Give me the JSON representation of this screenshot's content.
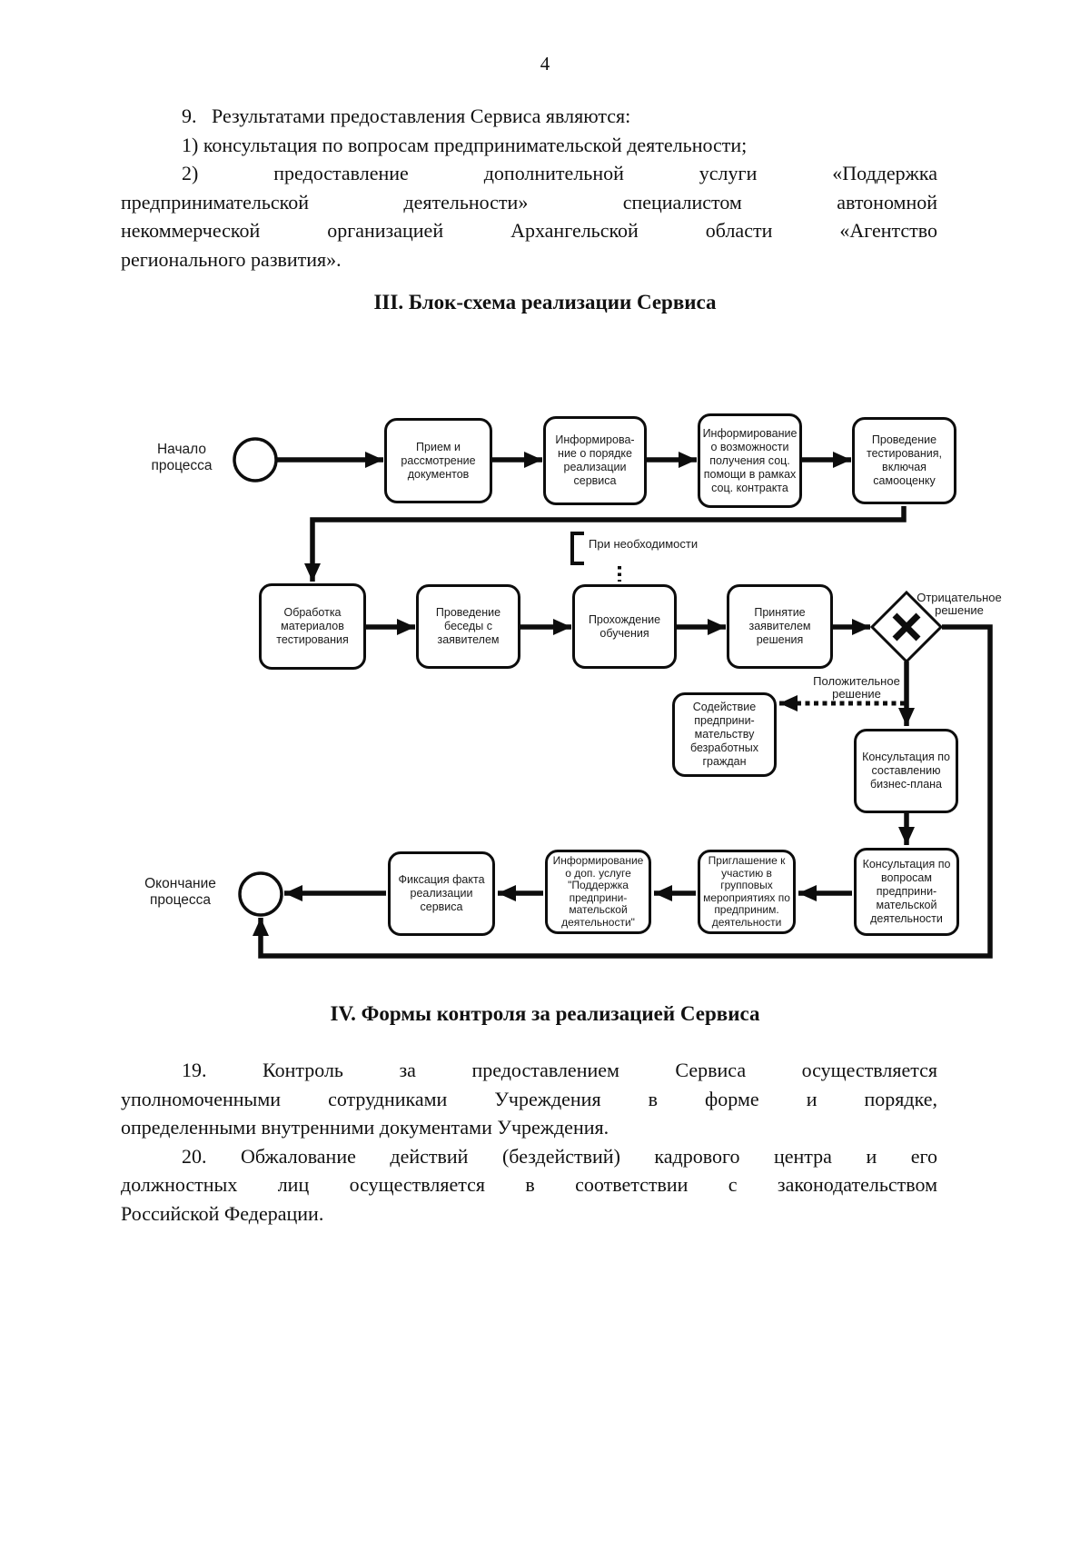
{
  "page": {
    "number": "4"
  },
  "colors": {
    "ink": "#0d0d0d",
    "background": "#ffffff"
  },
  "sections": {
    "s3_title": "III. Блок-схема реализации Сервиса",
    "s4_title": "IV. Формы контроля за реализацией Сервиса"
  },
  "intro": {
    "p9": "9.   Результатами предоставления Сервиса являются:",
    "p1": "1) консультация по вопросам предпринимательской деятельности;",
    "p2_l1": "2) предоставление дополнительной услуги «Поддержка",
    "p2_l2": "предпринимательской деятельности» специалистом автономной",
    "p2_l3": "некоммерческой организацией Архангельской области «Агентство",
    "p2_l4": "регионального развития»."
  },
  "control": {
    "p19_l1": "19. Контроль за предоставлением Сервиса осуществляется",
    "p19_l2": "уполномоченными сотрудниками Учреждения в форме и порядке,",
    "p19_l3": "определенными внутренними документами Учреждения.",
    "p20_l1": "20. Обжалование действий (бездействий) кадрового центра и его",
    "p20_l2": "должностных лиц осуществляется в соответствии с законодательством",
    "p20_l3": "Российской Федерации."
  },
  "flowchart": {
    "start_label": "Начало процесса",
    "end_label": "Окончание процесса",
    "labels": {
      "when_needed": "При необходимости",
      "negative": "Отрицательное решение",
      "positive": "Положительное решение"
    },
    "nodes": {
      "receive_docs": "Прием и рассмотрение документов",
      "inform_procedure": "Информирова-ние о порядке реализации сервиса",
      "inform_social": "Информирование о возможности получения соц. помощи в рамках соц. контракта",
      "testing": "Проведение тестирования, включая самооценку",
      "processing": "Обработка материалов тестирования",
      "interview": "Проведение беседы с заявителем",
      "training": "Прохождение обучения",
      "decision": "Принятие заявителем решения",
      "assistance": "Содействие предприни-мательству безработных граждан",
      "consult_plan": "Консультация по составлению бизнес-плана",
      "consult_business": "Консультация по вопросам предприни-мательской деятельности",
      "invitation": "Приглашение к участию в групповых мероприятиях по предприним. деятельности",
      "inform_service": "Информирование о доп. услуге \"Поддержка предприни-мательской деятельности\"",
      "fixation": "Фиксация факта реализации сервиса"
    }
  }
}
